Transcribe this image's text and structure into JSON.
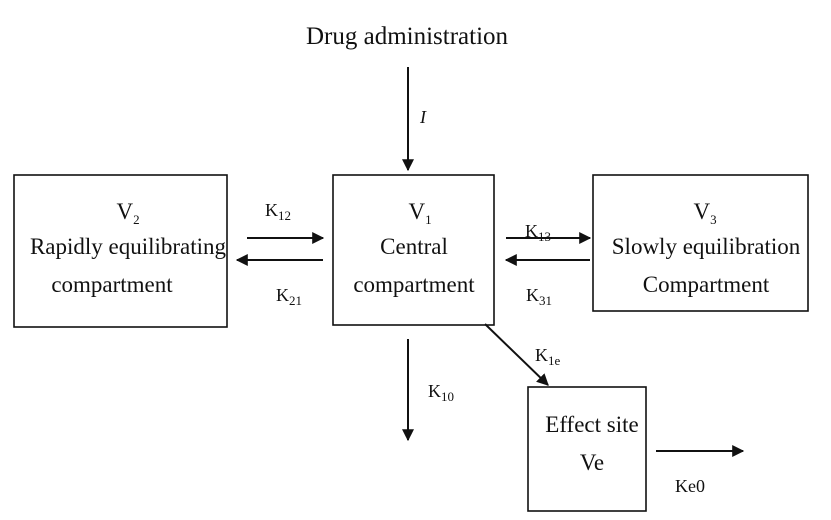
{
  "title": "Drug administration",
  "input_label": "I",
  "compartments": {
    "v2": {
      "name_main": "V",
      "name_sub": "2",
      "line1": "Rapidly equilibrating",
      "line2": "compartment"
    },
    "v1": {
      "name_main": "V",
      "name_sub": "1",
      "line1": "Central",
      "line2": "compartment"
    },
    "v3": {
      "name_main": "V",
      "name_sub": "3",
      "line1": "Slowly equilibration",
      "line2": "Compartment"
    },
    "effect": {
      "line1": "Effect site",
      "line2": "Ve"
    }
  },
  "rates": {
    "k12": {
      "main": "K",
      "sub": "12"
    },
    "k21": {
      "main": "K",
      "sub": "21"
    },
    "k13": {
      "main": "K",
      "sub": "13"
    },
    "k31": {
      "main": "K",
      "sub": "31"
    },
    "k10": {
      "main": "K",
      "sub": "10"
    },
    "k1e": {
      "main": "K",
      "sub": "1e"
    },
    "ke0": "Ke0"
  }
}
